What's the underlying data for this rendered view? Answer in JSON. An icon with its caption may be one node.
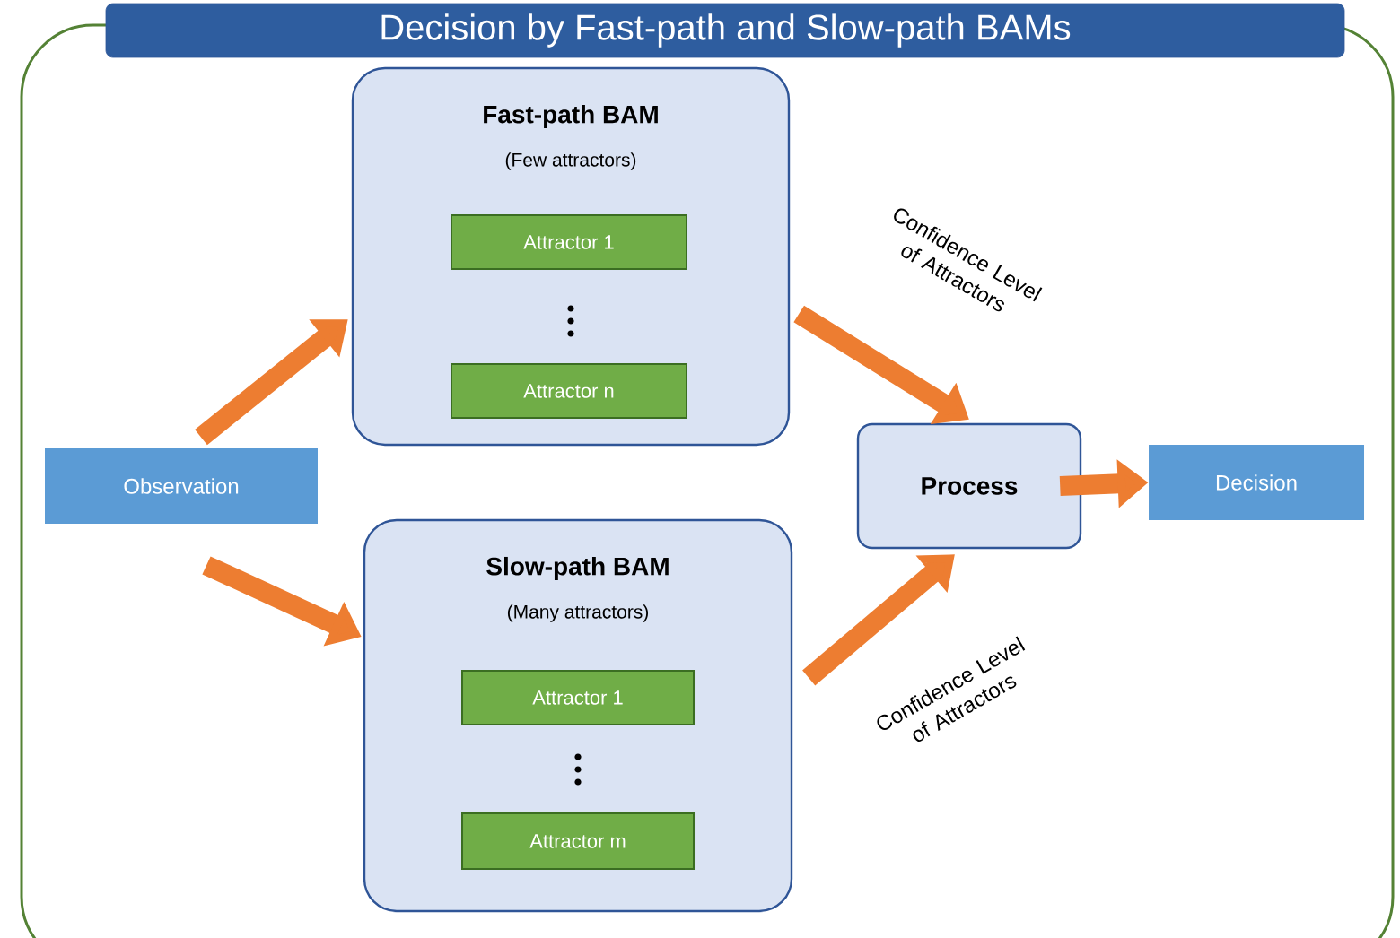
{
  "diagram": {
    "title": "Decision by Fast-path and Slow-path BAMs",
    "nodes": [
      {
        "text": [
          "Fast-path BAM",
          "(Few attractors)"
        ]
      },
      {
        "text": [
          "Attractor 1"
        ],
        "in": 0
      },
      {
        "text": [
          "Attractor n"
        ],
        "in": 0
      },
      {
        "text": [
          "Slow-path BAM",
          "(Many attractors)"
        ]
      },
      {
        "text": [
          "Attractor 1"
        ],
        "in": 3
      },
      {
        "text": [
          "Attractor m"
        ],
        "in": 3
      },
      {
        "text": [
          "Observation"
        ]
      },
      {
        "text": [
          "Process"
        ]
      },
      {
        "text": [
          "Decision"
        ]
      }
    ],
    "edges": [
      {
        "from": 6,
        "to": 0,
        "arrow": "to"
      },
      {
        "from": 6,
        "to": 3,
        "arrow": "to"
      },
      {
        "from": 0,
        "to": 7,
        "arrow": "to",
        "label": "Confidence Level of Attractors"
      },
      {
        "from": 3,
        "to": 7,
        "arrow": "to",
        "label": "Confidence Level of Attractors"
      },
      {
        "from": 7,
        "to": 8,
        "arrow": "to"
      }
    ]
  }
}
